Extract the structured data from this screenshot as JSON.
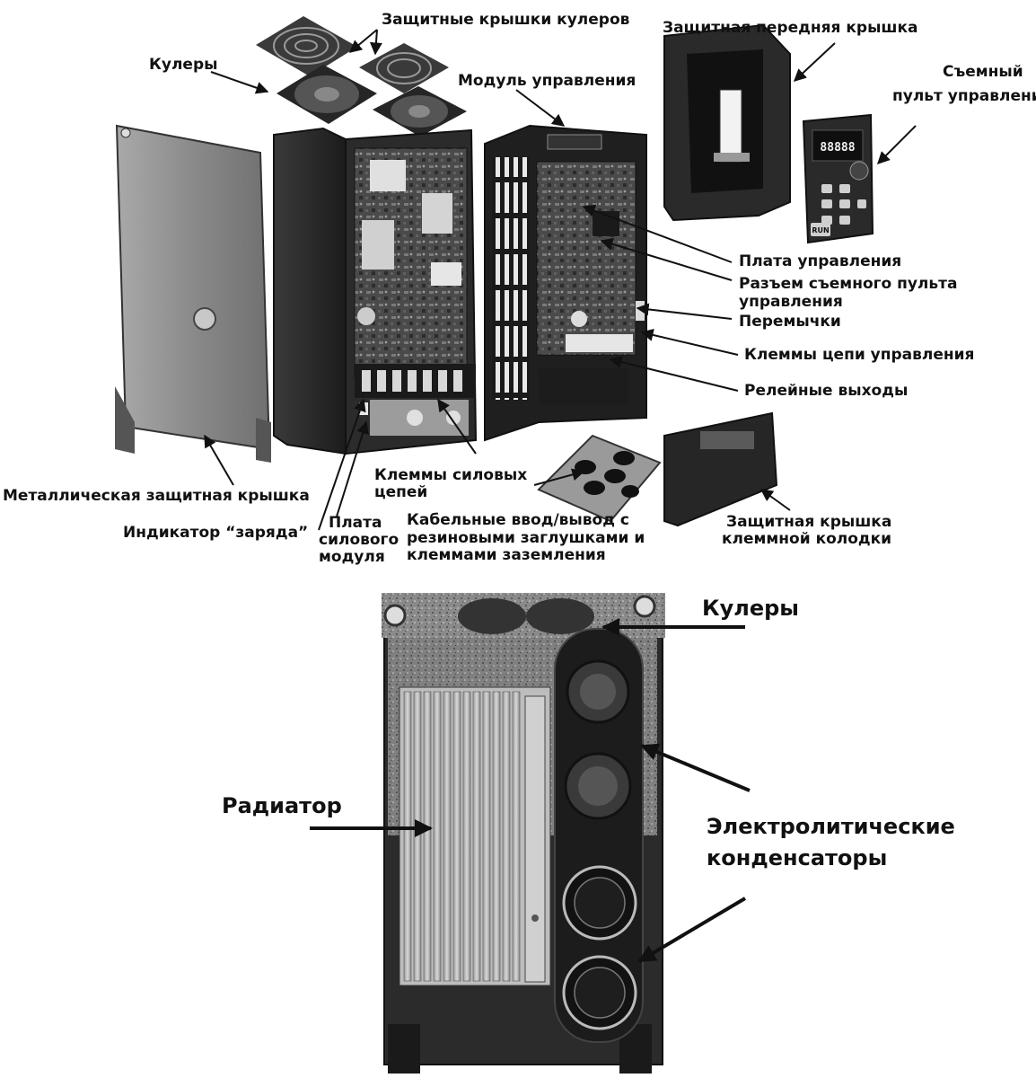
{
  "top_labels": {
    "fan_covers": "Защитные крышки кулеров",
    "fans": "Кулеры",
    "front_cover": "Защитная передняя крышка",
    "keypad_1": "Съемный",
    "keypad_2": "пульт управления",
    "control_module": "Модуль управления",
    "control_board": "Плата управления",
    "keypad_connector_1": "Разъем съемного пульта",
    "keypad_connector_2": "управления",
    "jumpers": "Перемычки",
    "control_terminals": "Клеммы цепи управления",
    "relay_outputs": "Релейные выходы",
    "metal_cover": "Металлическая защитная крышка",
    "power_terminals_1": "Клеммы силовых",
    "power_terminals_2": "цепей",
    "charge_indicator": "Индикатор “заряда”",
    "power_board_1": "Плата",
    "power_board_2": "силового",
    "power_board_3": "модуля",
    "cable_gland_1": "Кабельные ввод/вывод с",
    "cable_gland_2": "резиновыми заглушками и",
    "cable_gland_3": "клеммами заземления",
    "terminal_cover_1": "Защитная крышка",
    "terminal_cover_2": "клеммной колодки"
  },
  "keypad_display": "88888",
  "keypad_run": "RUN",
  "bottom_labels": {
    "fans": "Кулеры",
    "radiator": "Радиатор",
    "capacitors_1": "Электролитические",
    "capacitors_2": "конденсаторы"
  },
  "colors": {
    "ink": "#111111",
    "metal": "#8c8c8c",
    "dark": "#2a2a2a"
  }
}
